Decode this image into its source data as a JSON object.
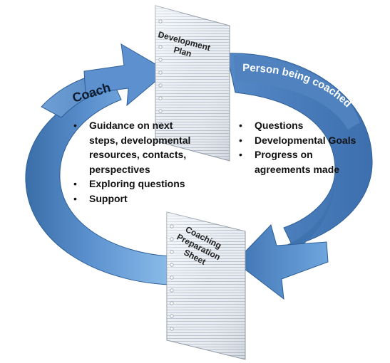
{
  "labels": {
    "coach": "Coach",
    "person_being_coached": "Person being coached"
  },
  "documents": {
    "development_plan": [
      "Development",
      "Plan"
    ],
    "coaching_preparation_sheet": [
      "Coaching",
      "Preparation",
      "Sheet"
    ]
  },
  "coach_bullets": [
    "Guidance on next steps, developmental resources, contacts, perspectives",
    "Exploring questions",
    "Support"
  ],
  "coachee_bullets": [
    "Questions",
    "Developmental Goals",
    "Progress on agreements made"
  ],
  "colors": {
    "arrow_light": "#7fb2e3",
    "arrow_mid": "#4f86c4",
    "arrow_dark": "#2e5f98",
    "paper": "#e6ebf1",
    "paper_lines": "#c3cad3"
  }
}
